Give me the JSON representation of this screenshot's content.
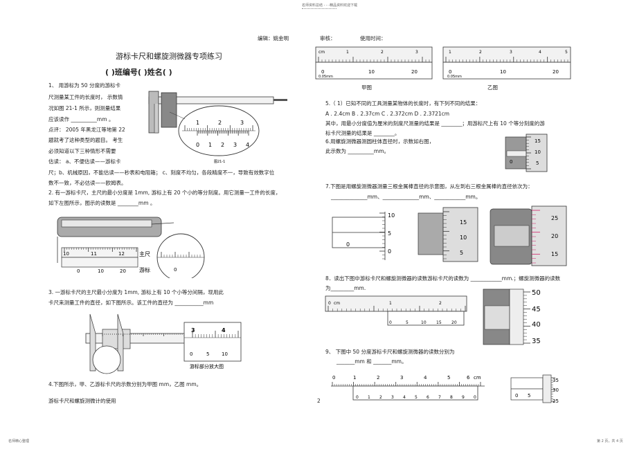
{
  "header": {
    "top_note": "名师资料总结 - - -精品资料欢迎下载",
    "editor": "编辑：姚金明",
    "reviewer": "审核：",
    "use_time": "使用时间："
  },
  "footer": {
    "left_note": "名师精心整理",
    "page_info": "第 2 页，共 4 页",
    "bottom_left_text": "游标卡尺和螺旋测微计的使用",
    "page_number": "2"
  },
  "title": {
    "main": "游标卡尺和螺旋测微器专项练习",
    "class_line": "(      )班编号(      )姓名(            )"
  },
  "q1": {
    "lines": [
      "1、  用游标为   50 分度的游标卡",
      "尺测量某工件的长度时，  示数情",
      "况如图  21-1 所示，则测量结果",
      "应该读作  __________mm 。",
      "点评：  2005 年黑龙江等地第   22",
      "题就考了这种类型的题目。     考生",
      "必须知道以下三种情形不需要",
      "估读：  a、不便估读——游标卡",
      "尺；b、机械原因，不能估读——秒表和电阻箱；      c、刻度不均匀，各段精度不一，导致有效数字位",
      "数不一致，不必估读——欧姆表。"
    ],
    "fig_label": "图21-1",
    "scale_top": [
      "1",
      "2",
      "3"
    ],
    "scale_bottom": [
      "0",
      "1",
      "2",
      "3",
      "4"
    ]
  },
  "q2": {
    "lines": [
      "2. 有一游标卡尺，主尺的最小分度是        1mm, 游标上有   20 个小的等分刻度。用它测量一工件的长度，",
      "如下左图所示，图示的读数是       ________mm    。"
    ],
    "main_scale_labels": [
      "10",
      "11",
      "12"
    ],
    "vernier_labels": [
      "0",
      "10",
      "20"
    ],
    "zoom_label_main": "主尺",
    "zoom_label_vernier": "游标",
    "zoom_numbers": [
      "10",
      "11",
      "12",
      "0"
    ]
  },
  "q3": {
    "lines": [
      "3. 一游标卡尺的主尺最小分度为       1mm, 游标上有   10 个小等分间隔，现用此",
      "卡尺来测量工件的直径，如下图所示。该工件的直径为        ___________mm"
    ],
    "scale_labels": [
      "3",
      "4"
    ],
    "vernier_labels": [
      "0",
      "5",
      "10"
    ],
    "zoom_caption": "游标部分放大图"
  },
  "q4": {
    "text": "4.下图所示，甲、乙游标卡尺的示数分别为甲图              mm，乙图             mm。"
  },
  "right_top": {
    "jia_caption": "甲图",
    "yi_caption": "乙图",
    "jia_scale_labels": [
      "0",
      "10",
      "20",
      "0.05mm"
    ],
    "yi_scale_labels": [
      "0",
      "10",
      "20",
      "0.05mm"
    ],
    "jia_top_labels": [
      "cm",
      "1",
      "2",
      "3"
    ],
    "yi_top_labels": [
      "1",
      "2",
      "3",
      "4",
      "5"
    ]
  },
  "q5": {
    "lines": [
      "5.（ 1）已知不同的工具测量某物体的长度时，有下列不同的结果：",
      "   A . 2.4cm          B . 2.37cm          C . 2.372cm          D . 2.3721cm",
      "   其中，用最小分度值为厘米的刻度尺测量的结果是           ________；用游标尺上有     10 个等分刻度的游",
      "   标卡尺测量的结果是        ________。"
    ]
  },
  "q6": {
    "lines": [
      "6.用螺旋测微器测圆柱体直径时，示数如右图，",
      "此示数为 __________mm。"
    ],
    "thimble_labels": [
      "15",
      "10",
      "5"
    ],
    "sleeve_label": "0"
  },
  "q7": {
    "lines": [
      "7.下图是用螺旋测微器测量三根金属棒直径的示意图，从左到右三根金属棒的直径依次为：",
      "______________mm、______________mm、____________mm。"
    ],
    "fig1_labels": [
      "10",
      "5",
      "0",
      "0"
    ],
    "fig2_labels": [
      "15",
      "10",
      "5"
    ],
    "fig3_labels": [
      "25",
      "20",
      "15"
    ]
  },
  "q8": {
    "lines": [
      "8．读出下图中游标卡尺和螺旋测微器的读数游标卡尺的读数为           ____________mm.；螺旋测微器的读数",
      "为_________mm."
    ],
    "caliper_top": [
      "0",
      "cm",
      "1",
      "2"
    ],
    "caliper_bottom": [
      "0",
      "5",
      "10",
      "15",
      "20"
    ],
    "micro_labels": [
      "50",
      "45",
      "40",
      "35"
    ]
  },
  "q9": {
    "lines": [
      "9、  下图中   50 分度游标卡尺和螺旋测微器的读数分别为",
      "_______mm   和  _______mm。"
    ],
    "caliper_top": [
      "0",
      "1",
      "2",
      "3",
      "4",
      "5",
      "6",
      "cm"
    ],
    "caliper_bottom": [
      "0",
      "1",
      "2",
      "3",
      "4",
      "5",
      "6",
      "7",
      "8",
      "9",
      "0"
    ],
    "micro_labels": [
      "35",
      "30",
      "25",
      "0",
      "5"
    ]
  },
  "colors": {
    "ink": "#222222",
    "magenta_mark": "#d0206a",
    "scale_fill": "#f2f2f2",
    "metal_dark": "#555555"
  }
}
